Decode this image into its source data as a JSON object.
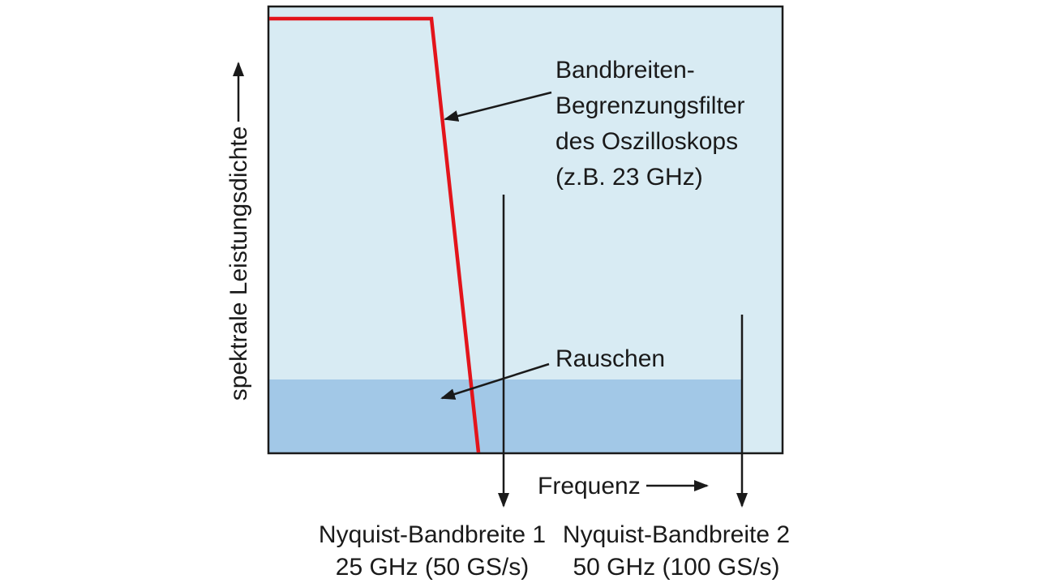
{
  "axes": {
    "y_label": "spektrale Leistungsdichte",
    "x_label": "Frequenz"
  },
  "annotations": {
    "filter_label_lines": [
      "Bandbreiten-",
      "Begrenzungsfilter",
      "des Oszilloskops",
      "(z.B. 23 GHz)"
    ],
    "noise_label": "Rauschen",
    "nyquist_1_lines": [
      "Nyquist-Bandbreite 1",
      "25 GHz (50 GS/s)"
    ],
    "nyquist_2_lines": [
      "Nyquist-Bandbreite 2",
      "50 GHz (100 GS/s)"
    ]
  },
  "colors": {
    "plot_background": "#d8ebf3",
    "noise_fill": "#a2c8e7",
    "filter_curve": "#e3141b",
    "frame": "#1a1a1a"
  }
}
